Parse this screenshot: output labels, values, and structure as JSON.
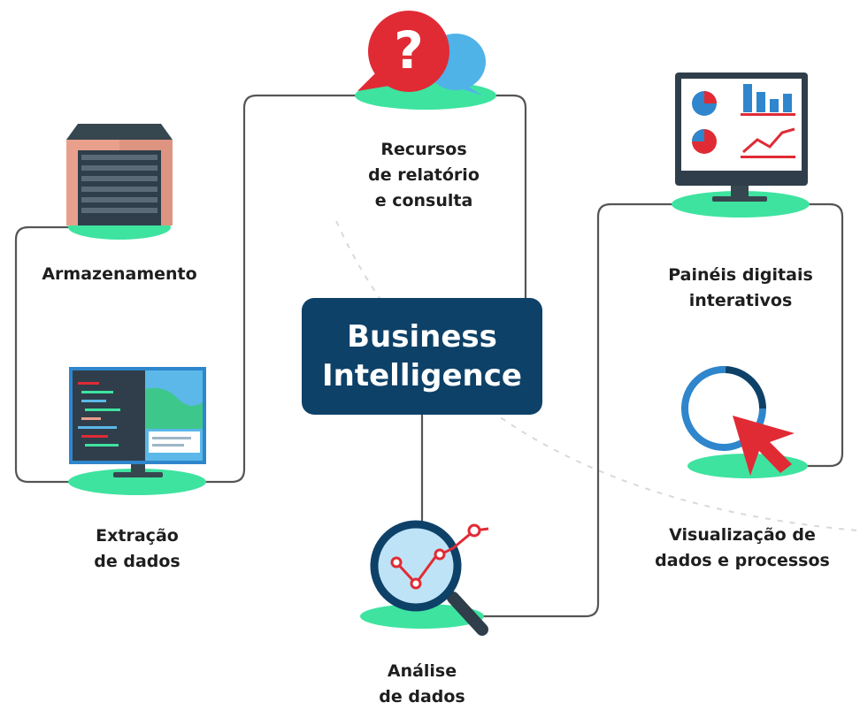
{
  "center": {
    "line1": "Business",
    "line2": "Intelligence"
  },
  "nodes": {
    "armazenamento": {
      "line1": "Armazenamento"
    },
    "extracao": {
      "line1": "Extração",
      "line2": "de dados"
    },
    "recursos": {
      "line1": "Recursos",
      "line2": "de relatório",
      "line3": "e consulta"
    },
    "analise": {
      "line1": "Análise",
      "line2": "de dados"
    },
    "paineis": {
      "line1": "Painéis digitais",
      "line2": "interativos"
    },
    "visualizacao": {
      "line1": "Visualização de",
      "line2": "dados e processos"
    }
  },
  "icons": {
    "armazenamento": "warehouse-icon",
    "extracao": "code-monitor-icon",
    "recursos": "question-chat-icon",
    "analise": "magnifier-chart-icon",
    "paineis": "dashboard-monitor-icon",
    "visualizacao": "pointer-loading-icon"
  },
  "colors": {
    "primary": "#0e4168",
    "accent_green": "#3ee3a0",
    "accent_red": "#e02b35",
    "accent_blue": "#2f86cc",
    "connector": "#555555"
  }
}
